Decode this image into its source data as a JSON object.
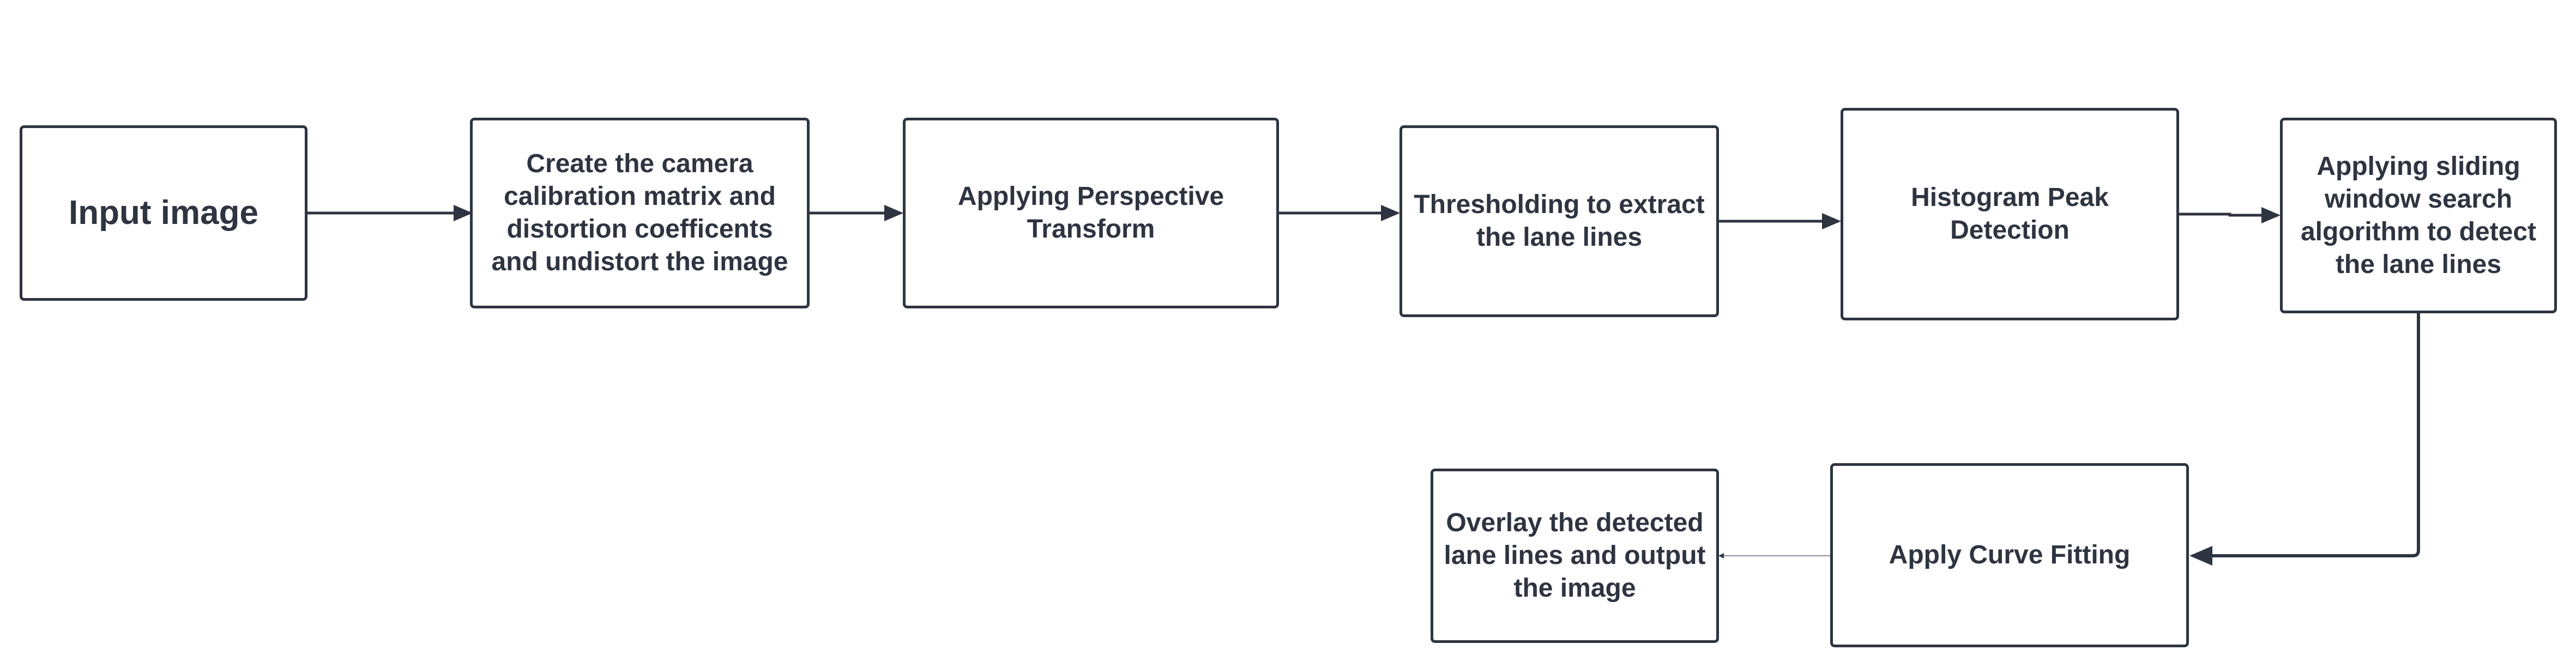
{
  "diagram": {
    "colors": {
      "stroke": "#2e3440",
      "text": "#2e3440",
      "background": "#ffffff",
      "faint_connector": "#8a8f98"
    },
    "nodes": {
      "input_image": "Input image",
      "calibration": "Create the camera\ncalibration matrix and\ndistortion coefficents\nand undistort the image",
      "perspective": "Applying Perspective\nTransform",
      "thresholding": "Thresholding to extract\nthe lane lines",
      "histogram": "Histogram Peak\nDetection",
      "sliding_window": "Applying sliding\nwindow search\nalgorithm to  detect\nthe lane lines",
      "curve_fitting": "Apply Curve Fitting",
      "overlay": "Overlay the detected\nlane lines and output\nthe image"
    },
    "edges": [
      {
        "from": "input_image",
        "to": "calibration"
      },
      {
        "from": "calibration",
        "to": "perspective"
      },
      {
        "from": "perspective",
        "to": "thresholding"
      },
      {
        "from": "thresholding",
        "to": "histogram"
      },
      {
        "from": "histogram",
        "to": "sliding_window"
      },
      {
        "from": "sliding_window",
        "to": "curve_fitting"
      },
      {
        "from": "curve_fitting",
        "to": "overlay"
      }
    ]
  }
}
